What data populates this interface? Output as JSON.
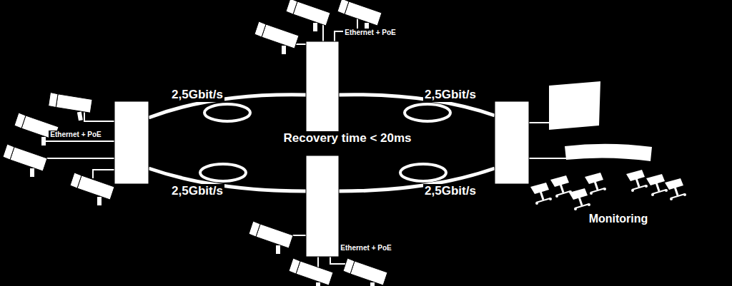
{
  "diagram": {
    "labels": [
      "Ethernet + PoE",
      "2,5Gbit/s",
      "2,5Gbit/s",
      "Ethernet + PoE",
      "Recovery time < 20ms",
      "2,5Gbit/s",
      "2,5Gbit/s",
      "Ethernet + PoE",
      "Monitoring"
    ]
  }
}
